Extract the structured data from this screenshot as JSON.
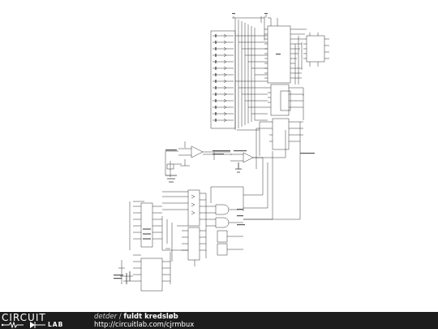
{
  "footer": {
    "logo_top": "CIRCUIT",
    "logo_bottom": "LAB",
    "author": "detder",
    "separator": "/",
    "title": "fuldt kredsløb",
    "url": "http://circuitlab.com/cjrmbux"
  },
  "colors": {
    "wire": "#333333",
    "footer_bg": "#1c1c1c",
    "footer_text": "#ffffff"
  }
}
